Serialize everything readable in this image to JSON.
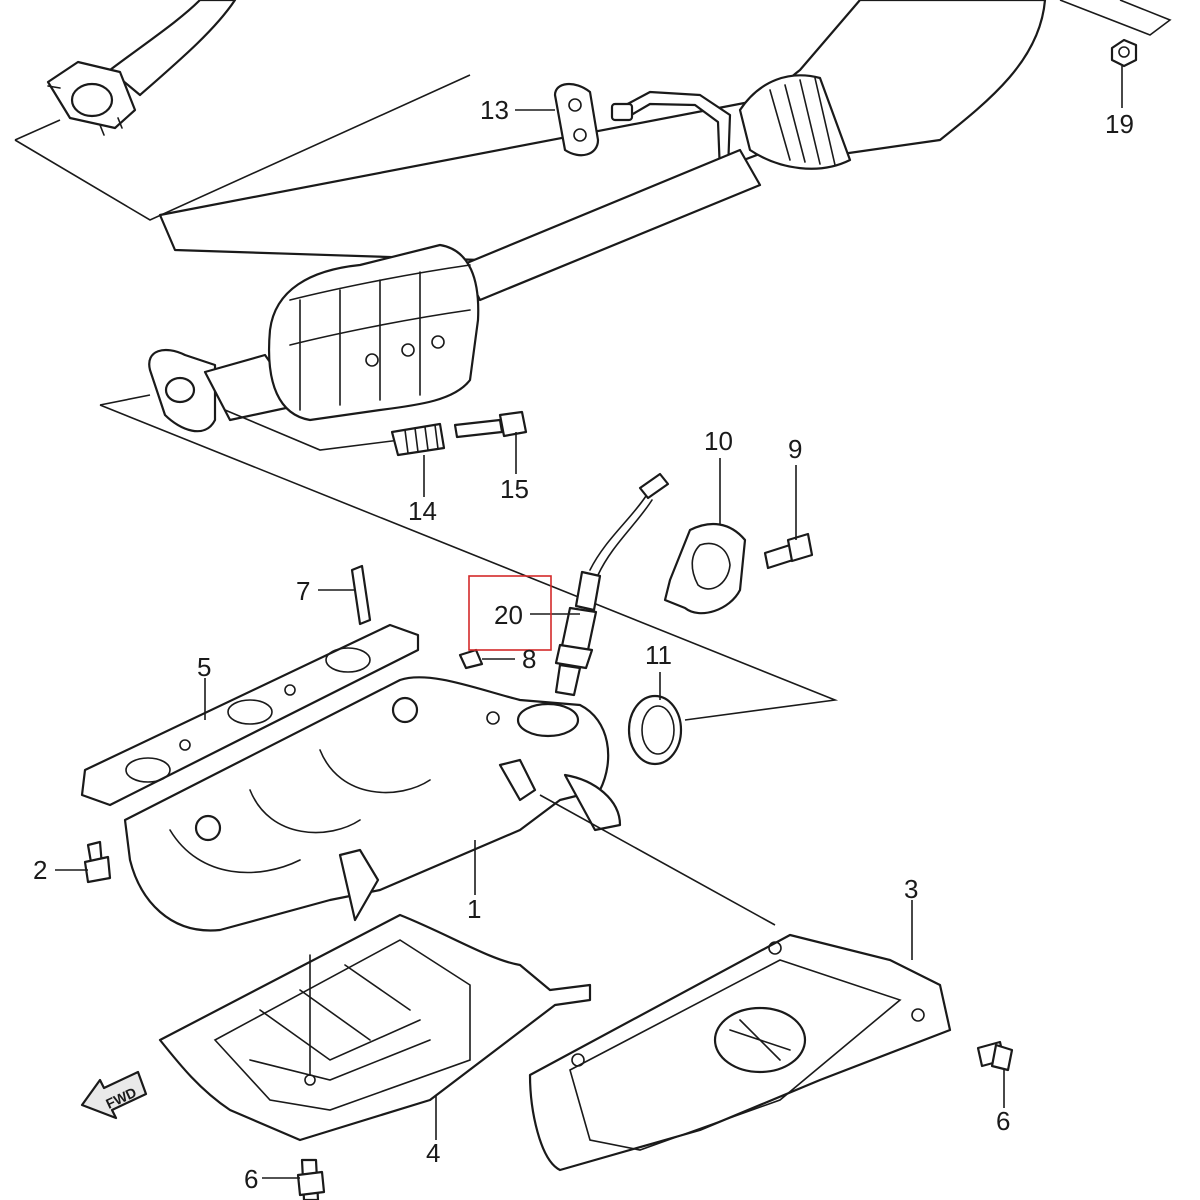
{
  "diagram": {
    "callouts": [
      {
        "id": "c1",
        "text": "1"
      },
      {
        "id": "c2",
        "text": "2"
      },
      {
        "id": "c3",
        "text": "3"
      },
      {
        "id": "c4",
        "text": "4"
      },
      {
        "id": "c5",
        "text": "5"
      },
      {
        "id": "c6a",
        "text": "6"
      },
      {
        "id": "c6b",
        "text": "6"
      },
      {
        "id": "c7",
        "text": "7"
      },
      {
        "id": "c8",
        "text": "8"
      },
      {
        "id": "c9",
        "text": "9"
      },
      {
        "id": "c10",
        "text": "10"
      },
      {
        "id": "c11",
        "text": "11"
      },
      {
        "id": "c13",
        "text": "13"
      },
      {
        "id": "c14",
        "text": "14"
      },
      {
        "id": "c15",
        "text": "15"
      },
      {
        "id": "c19",
        "text": "19"
      },
      {
        "id": "c20",
        "text": "20"
      }
    ],
    "highlight_color": "#d42a2a",
    "fwd_arrow_text": "FWD"
  }
}
